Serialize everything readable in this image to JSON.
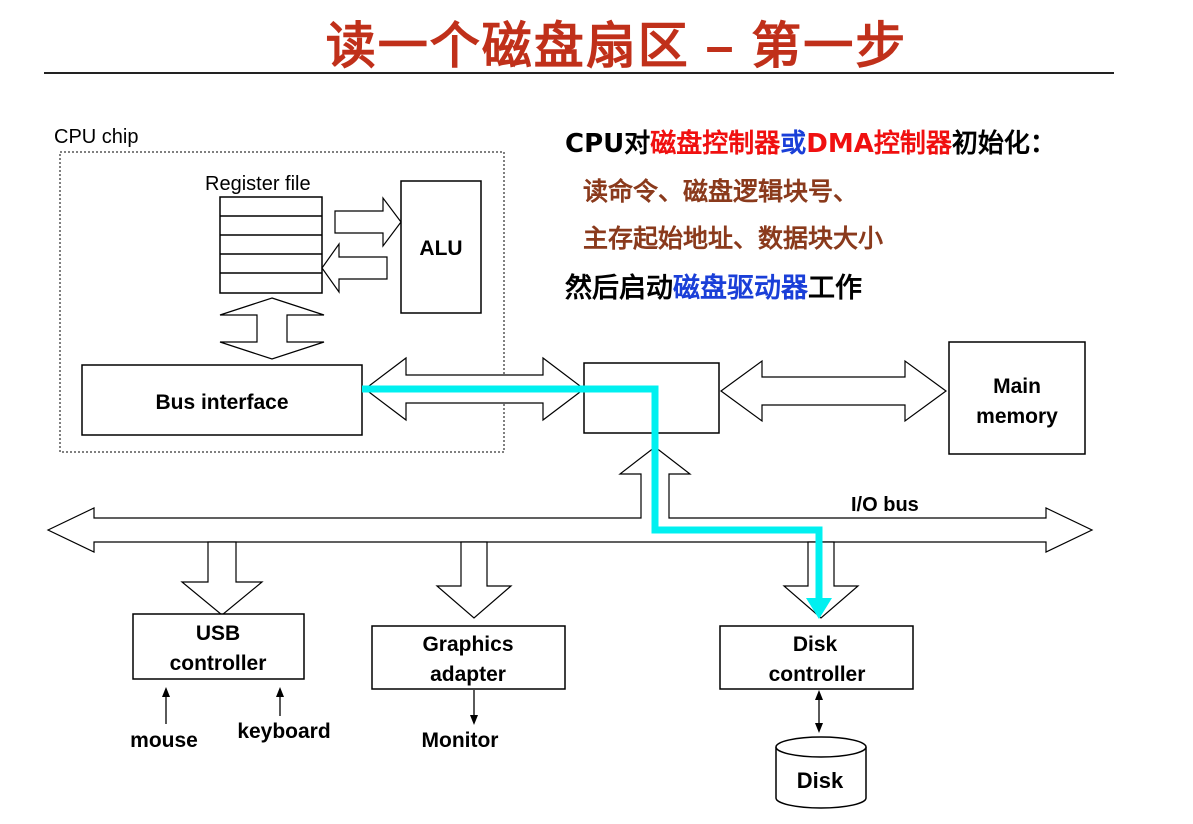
{
  "title": "读一个磁盘扇区 – 第一步",
  "description": {
    "line1": {
      "a": "CPU对",
      "b": "磁盘控制器",
      "c": "或",
      "d": "DMA控制器",
      "e": "初始化："
    },
    "line2": "读命令、磁盘逻辑块号、",
    "line3": "主存起始地址、数据块大小",
    "line4": {
      "a": "然后启动",
      "b": "磁盘驱动器",
      "c": "工作"
    }
  },
  "diagram": {
    "cpu_chip_label": "CPU chip",
    "register_file_label": "Register file",
    "alu_label": "ALU",
    "bus_interface_label": "Bus interface",
    "main_memory_label_1": "Main",
    "main_memory_label_2": "memory",
    "io_bus_label": "I/O bus",
    "usb_label_1": "USB",
    "usb_label_2": "controller",
    "graphics_label_1": "Graphics",
    "graphics_label_2": "adapter",
    "disk_ctrl_label_1": "Disk",
    "disk_ctrl_label_2": "controller",
    "mouse_label": "mouse",
    "keyboard_label": "keyboard",
    "monitor_label": "Monitor",
    "disk_label": "Disk"
  },
  "colors": {
    "title": "#c0301a",
    "highlight_path": "#00f0f0",
    "red_text": "#f01010",
    "blue_text": "#1a3fd8"
  }
}
